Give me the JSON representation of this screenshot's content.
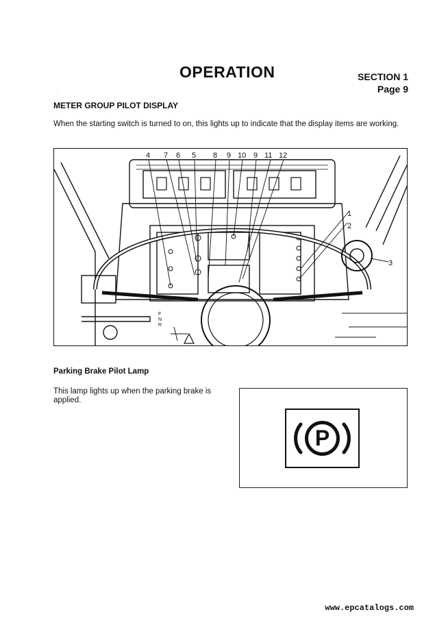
{
  "header": {
    "title": "OPERATION",
    "section": "SECTION 1",
    "page": "Page 9"
  },
  "meter_group": {
    "heading": "METER GROUP PILOT DISPLAY",
    "intro": "When the starting switch is turned to on, this lights up to indicate that the display items are working.",
    "callouts_top": [
      "4",
      "7",
      "6",
      "5",
      "8",
      "9",
      "10",
      "9",
      "11",
      "12"
    ],
    "callouts_right": [
      "1",
      "2",
      "3"
    ],
    "gear_labels": [
      "F",
      "N",
      "R"
    ]
  },
  "parking_brake": {
    "heading": "Parking Brake Pilot Lamp",
    "text": "This lamp lights up when the parking brake is applied.",
    "symbol_letter": "P",
    "icon": "parking-brake-icon"
  },
  "footer": {
    "url": "www.epcatalogs.com"
  }
}
